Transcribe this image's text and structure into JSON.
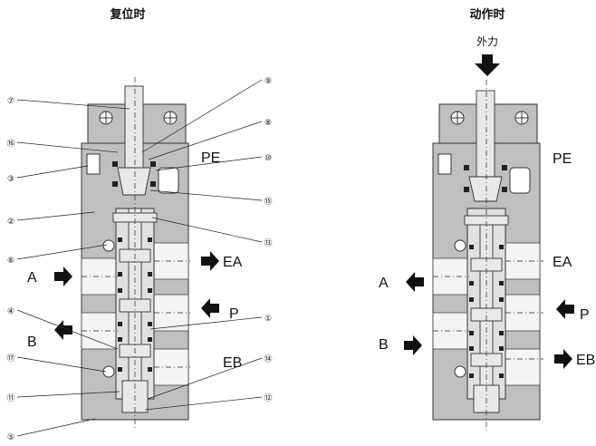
{
  "left_panel": {
    "title": "复位时",
    "ports": {
      "pe": "PE",
      "ea": "EA",
      "a": "A",
      "p": "P",
      "b": "B",
      "eb": "EB"
    },
    "callouts": [
      "⑦",
      "⑯",
      "③",
      "②",
      "⑥",
      "④",
      "⑰",
      "⑪",
      "⑤",
      "⑨",
      "⑧",
      "⑩",
      "⑮",
      "⑬",
      "①",
      "⑭",
      "⑫"
    ]
  },
  "right_panel": {
    "title": "动作时",
    "force_label": "外力",
    "ports": {
      "pe": "PE",
      "ea": "EA",
      "a": "A",
      "p": "P",
      "b": "B",
      "eb": "EB"
    }
  }
}
